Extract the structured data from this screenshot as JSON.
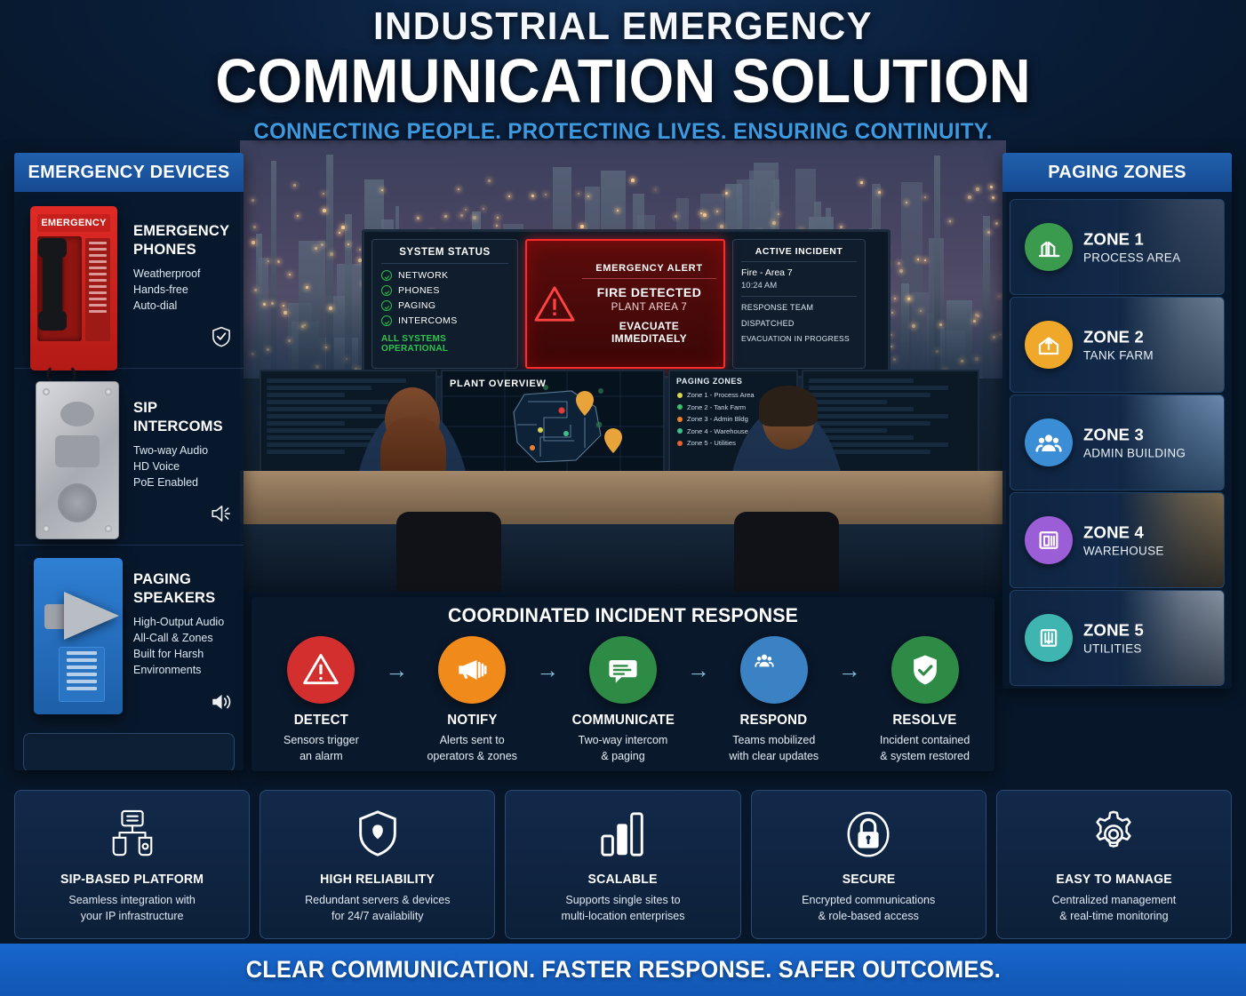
{
  "header": {
    "line1": "INDUSTRIAL EMERGENCY",
    "line2": "COMMUNICATION SOLUTION",
    "tagline": "CONNECTING PEOPLE. PROTECTING LIVES. ENSURING CONTINUITY."
  },
  "devices_panel": {
    "title": "EMERGENCY DEVICES",
    "items": [
      {
        "name_line1": "EMERGENCY",
        "name_line2": "PHONES",
        "features": [
          "Weatherproof",
          "Hands-free",
          "Auto-dial"
        ],
        "icon": "shield-check-icon",
        "device_art_label": "EMERGENCY"
      },
      {
        "name_line1": "SIP",
        "name_line2": "INTERCOMS",
        "features": [
          "Two-way Audio",
          "HD Voice",
          "PoE Enabled"
        ],
        "icon": "speaker-wave-icon",
        "device_art_label": ""
      },
      {
        "name_line1": "PAGING",
        "name_line2": "SPEAKERS",
        "features": [
          "High-Output Audio",
          "All-Call & Zones",
          "Built for Harsh",
          "Environments"
        ],
        "icon": "volume-loud-icon",
        "device_art_label": ""
      }
    ]
  },
  "zones_panel": {
    "title": "PAGING ZONES",
    "zones": [
      {
        "number": "ZONE 1",
        "name": "PROCESS AREA",
        "color": "#3a9a4e",
        "icon": "refinery-icon"
      },
      {
        "number": "ZONE 2",
        "name": "TANK FARM",
        "color": "#f0a82a",
        "icon": "tank-icon"
      },
      {
        "number": "ZONE 3",
        "name": "ADMIN BUILDING",
        "color": "#3b8ed6",
        "icon": "people-icon"
      },
      {
        "number": "ZONE 4",
        "name": "WAREHOUSE",
        "color": "#9b5ed6",
        "icon": "warehouse-icon"
      },
      {
        "number": "ZONE 5",
        "name": "UTILITIES",
        "color": "#3eb5b0",
        "icon": "utilities-icon"
      }
    ]
  },
  "control_room": {
    "system_status": {
      "title": "SYSTEM STATUS",
      "items": [
        "NETWORK",
        "PHONES",
        "PAGING",
        "INTERCOMS"
      ],
      "footer": "ALL SYSTEMS OPERATIONAL",
      "footer_color": "#2fc44f"
    },
    "emergency_alert": {
      "title": "EMERGENCY ALERT",
      "headline": "FIRE DETECTED",
      "location": "PLANT AREA 7",
      "action": "EVACUATE IMMEDITAELY",
      "icon": "warning-triangle-icon",
      "color": "#ff2a2a"
    },
    "active_incident": {
      "title": "ACTIVE INCIDENT",
      "incident": "Fire - Area 7",
      "time": "10:24 AM",
      "status_line1": "RESPONSE TEAM",
      "status_line2": "DISPATCHED",
      "status_line3": "EVACUATION IN PROGRESS"
    },
    "plant_overview": {
      "title": "PLANT OVERVIEW"
    },
    "paging_zones_monitor": {
      "title": "PAGING ZONES",
      "rows": [
        {
          "label": "Zone 1 - Process Area",
          "color": "#d8d352"
        },
        {
          "label": "Zone 2 - Tank Farm",
          "color": "#3fbf6a"
        },
        {
          "label": "Zone 3 - Admin Bldg",
          "color": "#e8822e"
        },
        {
          "label": "Zone 4 - Warehouse",
          "color": "#3fbf8a"
        },
        {
          "label": "Zone 5 - Utilities",
          "color": "#e8622e"
        }
      ]
    }
  },
  "flow": {
    "title": "COORDINATED INCIDENT RESPONSE",
    "arrow": "→",
    "steps": [
      {
        "name": "DETECT",
        "desc_line1": "Sensors trigger",
        "desc_line2": "an alarm",
        "color": "#d32f2f",
        "icon": "warning-triangle-icon"
      },
      {
        "name": "NOTIFY",
        "desc_line1": "Alerts sent to",
        "desc_line2": "operators & zones",
        "color": "#ef8a1b",
        "icon": "megaphone-icon"
      },
      {
        "name": "COMMUNICATE",
        "desc_line1": "Two-way intercom",
        "desc_line2": "& paging",
        "color": "#2e8b46",
        "icon": "chat-bubble-icon"
      },
      {
        "name": "RESPOND",
        "desc_line1": "Teams mobilized",
        "desc_line2": "with clear updates",
        "color": "#3b82c4",
        "icon": "people-icon"
      },
      {
        "name": "RESOLVE",
        "desc_line1": "Incident contained",
        "desc_line2": "& system restored",
        "color": "#2e8b46",
        "icon": "shield-check-icon"
      }
    ]
  },
  "features": [
    {
      "title": "SIP-BASED PLATFORM",
      "desc_line1": "Seamless integration with",
      "desc_line2": "your IP infrastructure",
      "icon": "network-nodes-icon"
    },
    {
      "title": "HIGH RELIABILITY",
      "desc_line1": "Redundant servers & devices",
      "desc_line2": "for 24/7 availability",
      "icon": "shield-icon"
    },
    {
      "title": "SCALABLE",
      "desc_line1": "Supports single sites to",
      "desc_line2": "multi-location enterprises",
      "icon": "bar-chart-icon"
    },
    {
      "title": "SECURE",
      "desc_line1": "Encrypted communications",
      "desc_line2": "& role-based access",
      "icon": "lock-icon"
    },
    {
      "title": "EASY TO MANAGE",
      "desc_line1": "Centralized management",
      "desc_line2": "& real-time monitoring",
      "icon": "gear-icon"
    }
  ],
  "banner": {
    "text": "CLEAR COMMUNICATION.  FASTER RESPONSE.  SAFER OUTCOMES."
  }
}
